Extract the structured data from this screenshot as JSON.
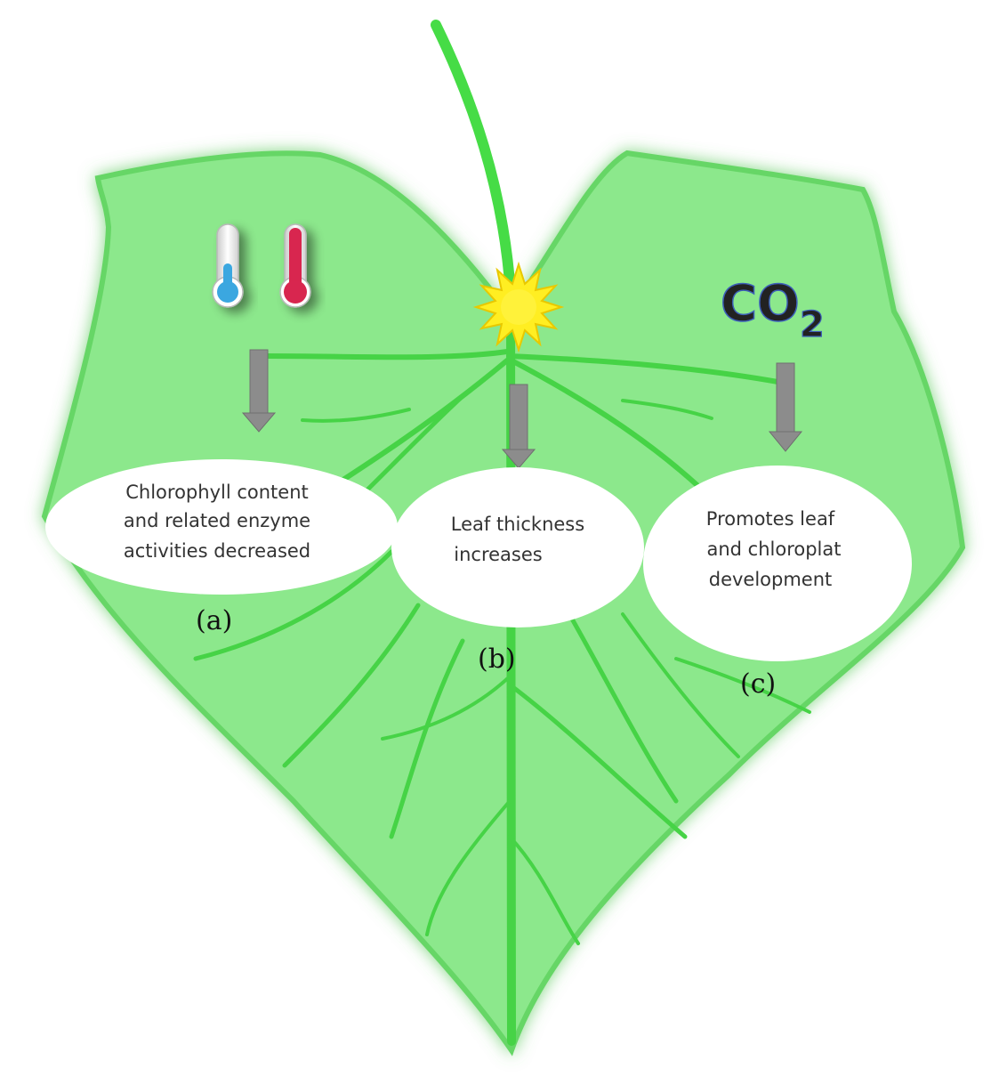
{
  "panels": {
    "a": {
      "label": "(a)",
      "text_lines": [
        "Chlorophyll content",
        "and related enzyme",
        "activities decreased"
      ]
    },
    "b": {
      "label": "(b)",
      "text_lines": [
        "Leaf thickness",
        "increases"
      ]
    },
    "c": {
      "label": "(c)",
      "text_lines": [
        "Promotes leaf",
        "and chloroplat",
        "development"
      ]
    }
  },
  "co2": {
    "main": "CO",
    "subscript": "2"
  },
  "icons": {
    "cold": "thermometer-cold-icon",
    "hot": "thermometer-hot-icon",
    "light": "sun-icon"
  },
  "colors": {
    "leaf": "#8ce88c",
    "vein": "#3fd33f",
    "arrow": "#8c8c8c",
    "sun": "#ffee22",
    "cold": "#3aa7e0",
    "hot": "#d8264f"
  }
}
